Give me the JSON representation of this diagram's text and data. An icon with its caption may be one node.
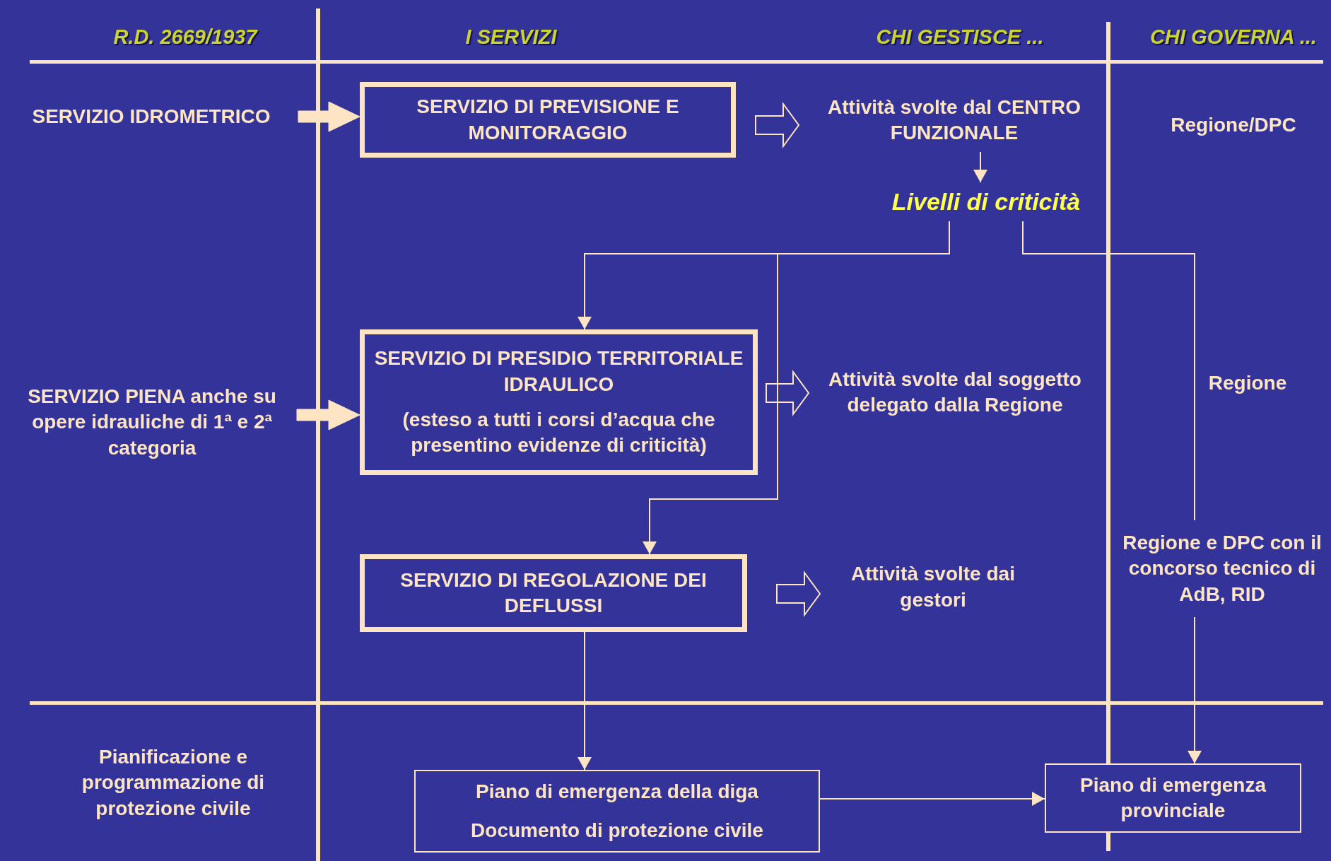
{
  "diagram": {
    "nodes": [
      {
        "text": [
          "SERVIZIO IDROMETRICO"
        ]
      },
      {
        "text": [
          "SERVIZIO DI PREVISIONE E MONITORAGGIO"
        ]
      },
      {
        "text": [
          "Attività svolte dal CENTRO FUNZIONALE"
        ]
      },
      {
        "text": [
          "Regione/DPC"
        ]
      },
      {
        "text": [
          "Livelli di criticità"
        ]
      },
      {
        "text": [
          "SERVIZIO PIENA anche su opere idrauliche di 1ª e 2ª categoria"
        ]
      },
      {
        "text": [
          "SERVIZIO DI PRESIDIO TERRITORIALE IDRAULICO",
          "(esteso a tutti i corsi d’acqua che presentino evidenze di criticità)"
        ]
      },
      {
        "text": [
          "Attività svolte dal soggetto delegato dalla Regione"
        ]
      },
      {
        "text": [
          "Regione"
        ]
      },
      {
        "text": [
          "Regione e DPC con il concorso tecnico di AdB, RID"
        ]
      },
      {
        "text": [
          "SERVIZIO DI REGOLAZIONE DEI DEFLUSSI"
        ]
      },
      {
        "text": [
          "Attività svolte dai gestori"
        ]
      },
      {
        "text": [
          "Pianificazione e programmazione di protezione civile"
        ]
      },
      {
        "text": [
          "Piano di emergenza della diga",
          "Documento di protezione civile"
        ]
      },
      {
        "text": [
          "Piano di emergenza provinciale"
        ]
      }
    ],
    "edges": [
      {
        "from": 0,
        "to": 1,
        "arrow": "to",
        "style": "thick"
      },
      {
        "from": 1,
        "to": 2,
        "arrow": "to"
      },
      {
        "from": 2,
        "to": 4,
        "arrow": "to"
      },
      {
        "from": 4,
        "to": 6,
        "arrow": "to"
      },
      {
        "from": 4,
        "to": 10,
        "arrow": "to"
      },
      {
        "from": 4,
        "to": 9,
        "arrow": "none"
      },
      {
        "from": 5,
        "to": 6,
        "arrow": "to",
        "style": "thick"
      },
      {
        "from": 6,
        "to": 7,
        "arrow": "to"
      },
      {
        "from": 10,
        "to": 11,
        "arrow": "to"
      },
      {
        "from": 9,
        "to": 14,
        "arrow": "to"
      },
      {
        "from": 10,
        "to": 13,
        "arrow": "to"
      },
      {
        "from": 13,
        "to": 14,
        "arrow": "to"
      }
    ],
    "labels": [
      "R.D. 2669/1937",
      "I SERVIZI",
      "CHI GESTISCE ...",
      "CHI GOVERNA ..."
    ]
  }
}
